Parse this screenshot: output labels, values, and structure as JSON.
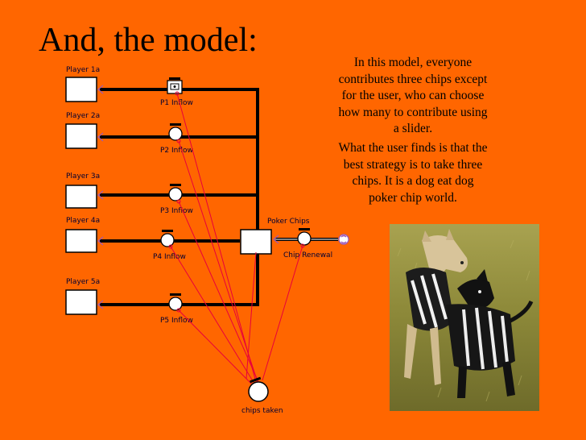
{
  "slide": {
    "title": "And, the model:",
    "description_1": "In this model, everyone contributes three chips except for the user, who can choose how many to contribute using a slider.",
    "description_2": "What the user finds is that the best strategy is to take three chips.  It is a dog eat dog poker chip world."
  },
  "model": {
    "stocks": {
      "player1": "Player 1a",
      "player2": "Player 2a",
      "player3": "Player 3a",
      "player4": "Player 4a",
      "player5": "Player 5a",
      "poker_chips": "Poker Chips"
    },
    "flows": {
      "p1": "P1 Inflow",
      "p2": "P2 Inflow",
      "p3": "P3 Inflow",
      "p4": "P4 Inflow",
      "p5": "P5 Inflow",
      "chip_renewal": "Chip Renewal"
    },
    "converter": "chips taken"
  },
  "colors": {
    "background": "#FF6600",
    "connector": "#E8003A",
    "label": "#000033",
    "node_fill": "#FFFFFF"
  },
  "photo": {
    "subject": "two dogs wrestling on grass"
  }
}
